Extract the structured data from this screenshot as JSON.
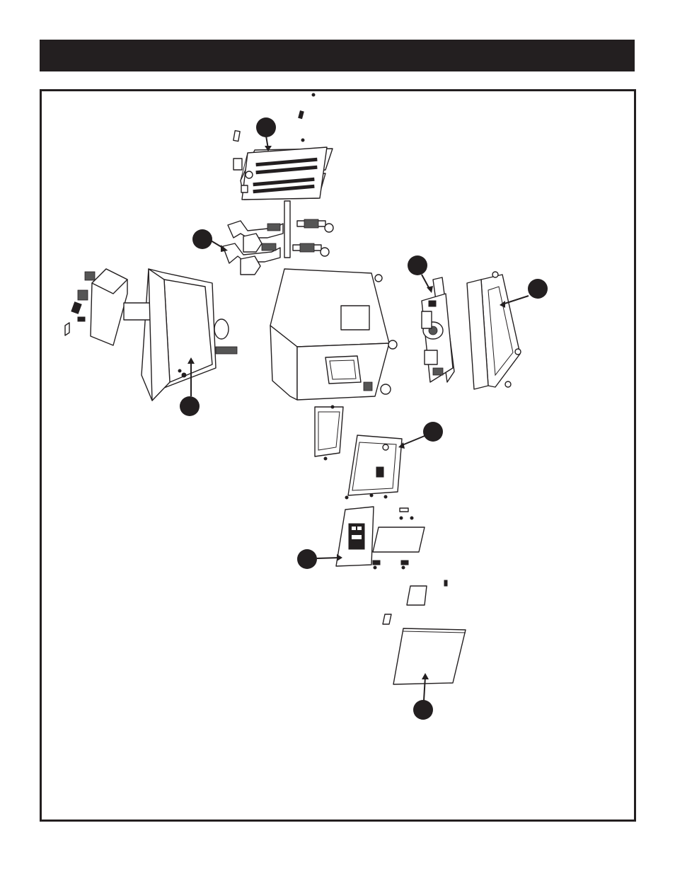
{
  "header": {
    "title": ""
  },
  "diagram": {
    "callouts": [
      {
        "id": "callout-top-rack",
        "label": ""
      },
      {
        "id": "callout-bracket-arms",
        "label": ""
      },
      {
        "id": "callout-left-enclosure",
        "label": ""
      },
      {
        "id": "callout-motor-plate",
        "label": ""
      },
      {
        "id": "callout-right-enclosure",
        "label": ""
      },
      {
        "id": "callout-lower-tray",
        "label": ""
      },
      {
        "id": "callout-control-panel",
        "label": ""
      },
      {
        "id": "callout-bottom-panel",
        "label": ""
      }
    ]
  }
}
